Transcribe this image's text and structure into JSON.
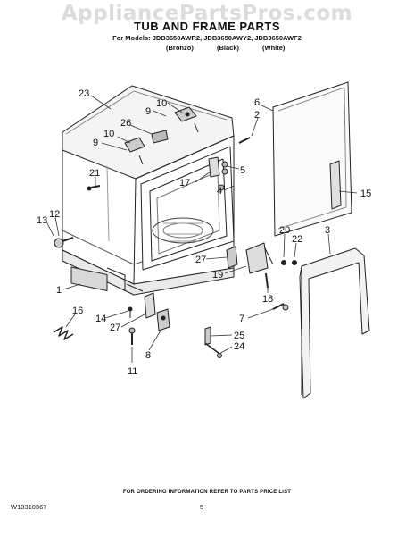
{
  "watermark": "AppliancePartsPros.com",
  "header": {
    "title": "TUB AND FRAME PARTS",
    "models": "For Models: JDB3650AWR2, JDB3650AWY2, JDB3650AWF2",
    "color_bronze": "(Bronzo)",
    "color_black": "(Black)",
    "color_white": "(White)"
  },
  "callouts": {
    "c23": "23",
    "c10a": "10",
    "c9a": "9",
    "c26": "26",
    "c10b": "10",
    "c9b": "9",
    "c21": "21",
    "c6": "6",
    "c2": "2",
    "c5": "5",
    "c17": "17",
    "c4": "4",
    "c15": "15",
    "c13": "13",
    "c12": "12",
    "c20": "20",
    "c22": "22",
    "c3": "3",
    "c27a": "27",
    "c19": "19",
    "c1": "1",
    "c16": "16",
    "c14": "14",
    "c27b": "27",
    "c8": "8",
    "c18": "18",
    "c7": "7",
    "c25": "25",
    "c24": "24",
    "c11": "11"
  },
  "footer": {
    "note": "FOR ORDERING INFORMATION REFER TO PARTS PRICE LIST",
    "doc_id": "W10310367",
    "page": "5"
  }
}
